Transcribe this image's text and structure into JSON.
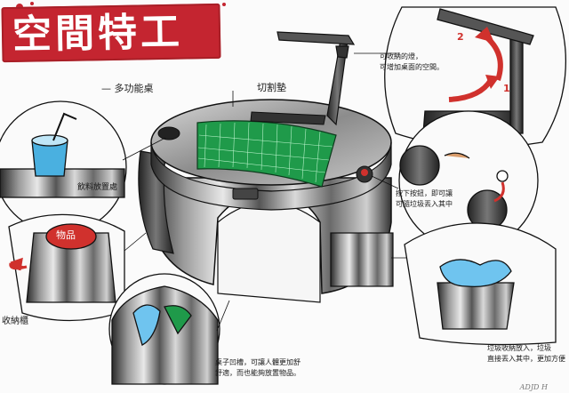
{
  "title": "空間特工",
  "subtitle": "— 多功能桌",
  "labels": {
    "cutting_board": "切割墊",
    "cup_holder": "飲料放置處",
    "storage": "收納櫃",
    "storage_box_text": "物品",
    "lamp_note": "可收納的燈，\n可增加桌面的空間。",
    "press_note": "按下按鈕，即可讓\n可隨垃圾丟入其中",
    "seat_note": "桌子凹槽，可讓人體更加舒\n舒適，而也能夠放置物品。",
    "trash_note": "垃圾收納放入，垃圾\n直接丟入其中，更加方便"
  },
  "arrow_numbers": [
    "1",
    "2"
  ],
  "signature": "ADJD H",
  "colors": {
    "banner": "#c42530",
    "mat": "#1f9a4a",
    "accent_red": "#d0312d",
    "cup_blue": "#4ab0e0",
    "bin_blue": "#6fc4ef"
  }
}
